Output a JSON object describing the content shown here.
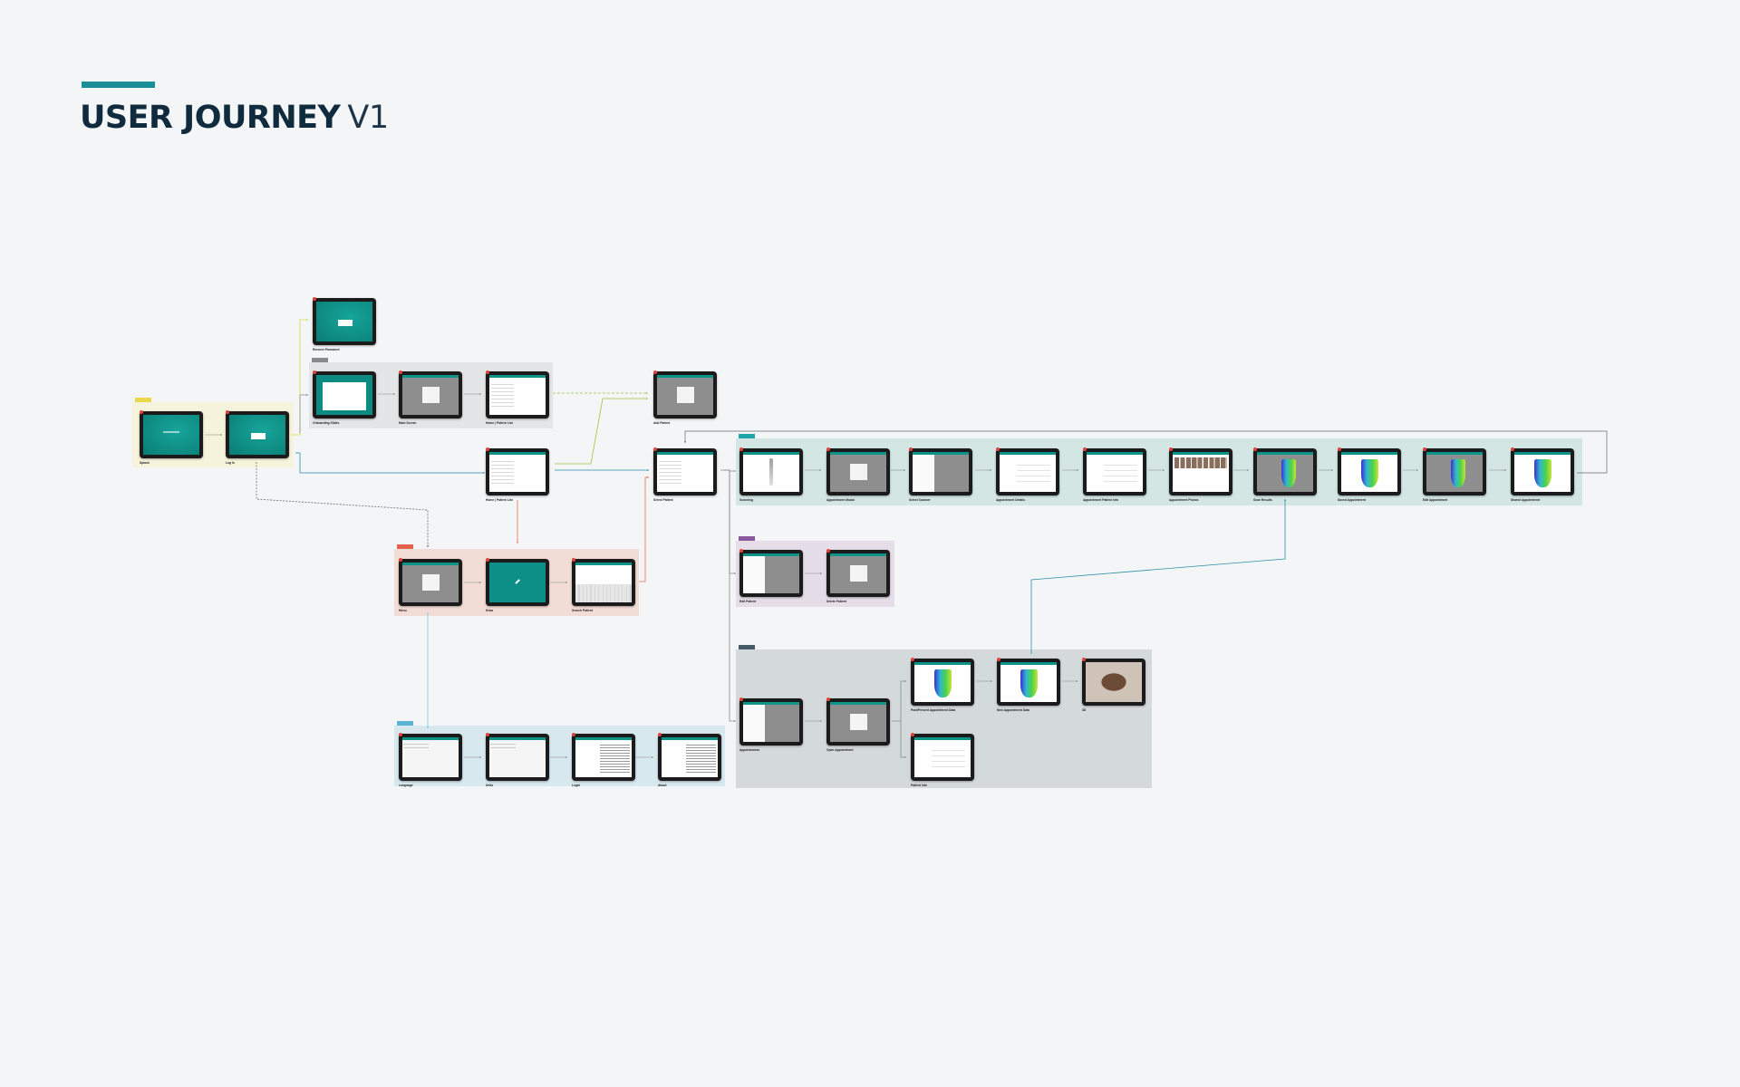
{
  "header": {
    "accent_color": "#1b8f98",
    "title_bold": "USER JOURNEY",
    "title_version": "V1"
  },
  "groups": [
    {
      "id": "g-start",
      "name": "",
      "fill": "#f6f3dc",
      "tag_color": "#e8d84a"
    },
    {
      "id": "g-onboard",
      "name": "",
      "fill": "#e3e5e6",
      "tag_color": "#8a8a8a"
    },
    {
      "id": "g-options",
      "name": "",
      "fill": "#f2ddd6",
      "tag_color": "#e0604a"
    },
    {
      "id": "g-settings",
      "name": "",
      "fill": "#d8e8ef",
      "tag_color": "#5bb4d6"
    },
    {
      "id": "g-appointment",
      "name": "",
      "fill": "#d3e6e4",
      "tag_color": "#1fa7a7"
    },
    {
      "id": "g-patient-mgmt",
      "name": "",
      "fill": "#e5dde7",
      "tag_color": "#8a5aa0"
    },
    {
      "id": "g-history",
      "name": "",
      "fill": "#d4d9dc",
      "tag_color": "#465b6a"
    }
  ],
  "screens": [
    {
      "id": "s-splash",
      "label": "Splash",
      "variant": "teal"
    },
    {
      "id": "s-login",
      "label": "Log In",
      "variant": "login"
    },
    {
      "id": "s-recover",
      "label": "Recover Password",
      "variant": "login"
    },
    {
      "id": "s-onb-slides",
      "label": "Onboarding Slides",
      "variant": "modal"
    },
    {
      "id": "s-welcome",
      "label": "Main Screen",
      "variant": "gray"
    },
    {
      "id": "s-home-empty",
      "label": "Home | Patient List",
      "variant": "list"
    },
    {
      "id": "s-add-patient",
      "label": "Add Patient",
      "variant": "gray"
    },
    {
      "id": "s-home-list",
      "label": "Home | Patient List",
      "variant": "list"
    },
    {
      "id": "s-select-patient",
      "label": "Select Patient",
      "variant": "list"
    },
    {
      "id": "s-opt-menu",
      "label": "Menu",
      "variant": "gray"
    },
    {
      "id": "s-opt-draw",
      "label": "Draw",
      "variant": "pencil"
    },
    {
      "id": "s-opt-search",
      "label": "Search Patient",
      "variant": "keyboard"
    },
    {
      "id": "s-set-lang",
      "label": "Language",
      "variant": "blank"
    },
    {
      "id": "s-set-units",
      "label": "Units",
      "variant": "blank"
    },
    {
      "id": "s-set-legal",
      "label": "Legal",
      "variant": "text"
    },
    {
      "id": "s-set-about",
      "label": "About",
      "variant": "text"
    },
    {
      "id": "s-ap-1",
      "label": "Scanning",
      "variant": "sensor"
    },
    {
      "id": "s-ap-2",
      "label": "Appointment Modal",
      "variant": "gray"
    },
    {
      "id": "s-ap-3",
      "label": "Select Scanner",
      "variant": "side"
    },
    {
      "id": "s-ap-4",
      "label": "Appointment Details",
      "variant": "form"
    },
    {
      "id": "s-ap-5",
      "label": "Appointment Patient Info",
      "variant": "form"
    },
    {
      "id": "s-ap-6",
      "label": "Appointment Photos",
      "variant": "photos"
    },
    {
      "id": "s-ap-7",
      "label": "Scan Results",
      "variant": "3dgray"
    },
    {
      "id": "s-ap-8",
      "label": "Saved Appointment",
      "variant": "3d"
    },
    {
      "id": "s-ap-9",
      "label": "Edit Appointment",
      "variant": "3dgray"
    },
    {
      "id": "s-ap-10",
      "label": "Shared Appointment",
      "variant": "3d"
    },
    {
      "id": "s-pm-edit",
      "label": "Edit Patient",
      "variant": "side"
    },
    {
      "id": "s-pm-delete",
      "label": "Delete Patient",
      "variant": "gray"
    },
    {
      "id": "s-hist-list",
      "label": "Appointments",
      "variant": "side"
    },
    {
      "id": "s-hist-open",
      "label": "Open Appointment",
      "variant": "gray"
    },
    {
      "id": "s-hist-prev",
      "label": "Past/Present Appointment Data",
      "variant": "3d"
    },
    {
      "id": "s-hist-new",
      "label": "New Appointment Data",
      "variant": "3d"
    },
    {
      "id": "s-hist-photo",
      "label": "3D",
      "variant": "photo"
    },
    {
      "id": "s-hist-info",
      "label": "Patient Info",
      "variant": "form"
    }
  ],
  "colors": {
    "flow_gray": "#8a8a8a",
    "flow_yellow": "#e3d640",
    "flow_teal": "#2a8fa8",
    "flow_green": "#9dc33b",
    "flow_red": "#e0705a",
    "flow_blue": "#76c4e6",
    "flow_dark": "#6a6a6a"
  }
}
